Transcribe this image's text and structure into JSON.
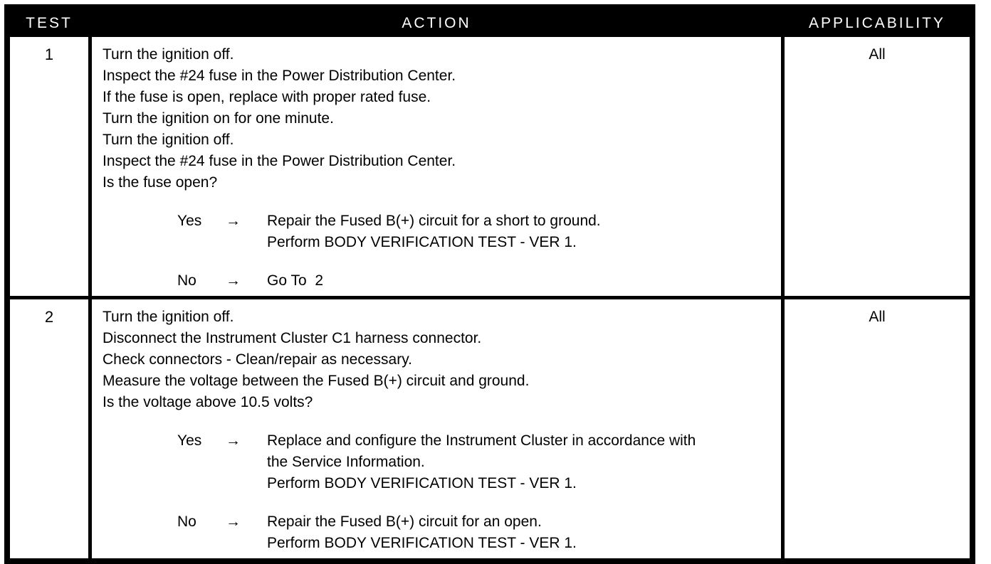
{
  "table": {
    "columns": [
      {
        "label": "TEST"
      },
      {
        "label": "ACTION"
      },
      {
        "label": "APPLICABILITY"
      }
    ],
    "rows": [
      {
        "test": "1",
        "applicability": "All",
        "steps": [
          "Turn the ignition off.",
          "Inspect the #24 fuse in the Power Distribution Center.",
          "If the fuse is open, replace with proper rated fuse.",
          "Turn the ignition on for one minute.",
          "Turn the ignition off.",
          "Inspect the #24 fuse in the Power Distribution Center.",
          "Is the fuse open?"
        ],
        "branches": [
          {
            "label": "Yes",
            "arrow": "→",
            "lines": [
              "Repair the Fused B(+) circuit for a short to ground.",
              "Perform BODY VERIFICATION TEST - VER 1."
            ]
          },
          {
            "label": "No",
            "arrow": "→",
            "lines": [
              "Go To  2"
            ]
          }
        ]
      },
      {
        "test": "2",
        "applicability": "All",
        "steps": [
          "Turn the ignition off.",
          "Disconnect the Instrument Cluster C1 harness connector.",
          "Check connectors - Clean/repair as necessary.",
          "Measure the voltage between the Fused B(+) circuit and ground.",
          "Is the voltage above 10.5 volts?"
        ],
        "branches": [
          {
            "label": "Yes",
            "arrow": "→",
            "lines": [
              "Replace and configure the Instrument Cluster in accordance with",
              "the Service Information.",
              "Perform BODY VERIFICATION TEST - VER 1."
            ]
          },
          {
            "label": "No",
            "arrow": "→",
            "lines": [
              "Repair the Fused B(+) circuit for an open.",
              "Perform BODY VERIFICATION TEST - VER 1."
            ]
          }
        ]
      }
    ]
  }
}
